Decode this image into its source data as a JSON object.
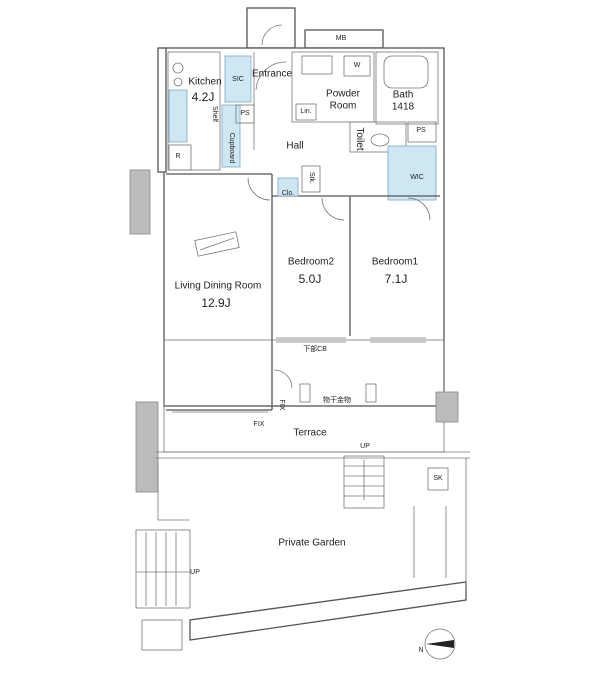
{
  "rooms": {
    "kitchen": {
      "name": "Kitchen",
      "size": "4.2J"
    },
    "entrance": "Entrance",
    "powder_room": "Powder\nRoom",
    "bath": {
      "name": "Bath",
      "size": "1418"
    },
    "hall": "Hall",
    "toilet": "Toilet",
    "living": {
      "name": "Living Dining Room",
      "size": "12.9J"
    },
    "bedroom2": {
      "name": "Bedroom2",
      "size": "5.0J"
    },
    "bedroom1": {
      "name": "Bedroom1",
      "size": "7.1J"
    },
    "terrace": "Terrace",
    "garden": "Private Garden"
  },
  "fixtures": {
    "mb": "MB",
    "sic": "SIC",
    "w": "W",
    "ps": "PS",
    "lin": "Lin.",
    "clo": "Clo.",
    "stk": "Stk.",
    "wic": "WIC",
    "cupboard": "Cupboard",
    "shelf": "Shelf",
    "r": "R",
    "sk": "SK",
    "drying_rack": "物干金物",
    "lower_beam": "下部CB",
    "fix_vertical": "FIX",
    "fix": "FIX",
    "up_terrace": "UP",
    "up_garden": "UP"
  },
  "compass": {
    "label": "N"
  }
}
